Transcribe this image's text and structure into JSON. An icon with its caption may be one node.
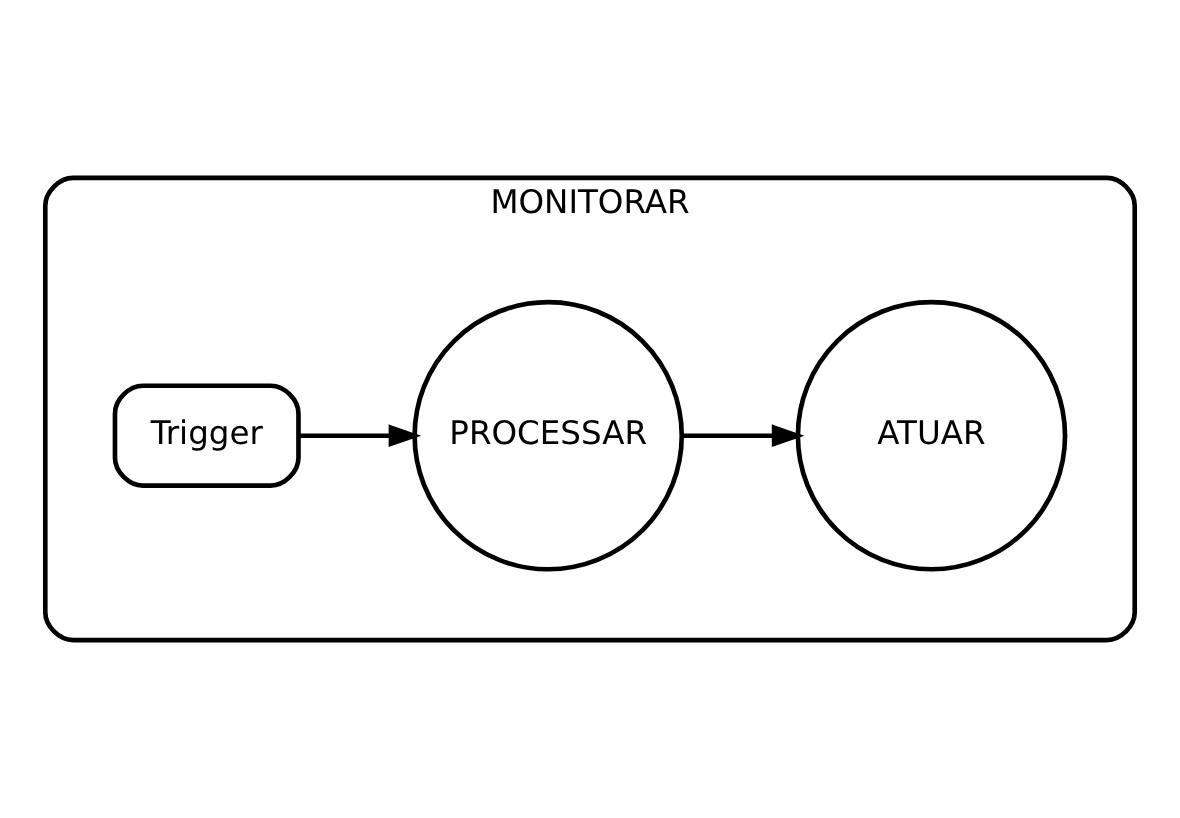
{
  "diagram": {
    "nodes": [
      {
        "text": [
          "MONITORAR"
        ]
      },
      {
        "text": [
          "Trigger"
        ],
        "in": 0
      },
      {
        "text": [
          "PROCESSAR"
        ],
        "in": 0
      },
      {
        "text": [
          "ATUAR"
        ],
        "in": 0
      }
    ],
    "edges": [
      {
        "from": 1,
        "to": 2,
        "arrow": "to"
      },
      {
        "from": 2,
        "to": 3,
        "arrow": "to"
      }
    ]
  }
}
